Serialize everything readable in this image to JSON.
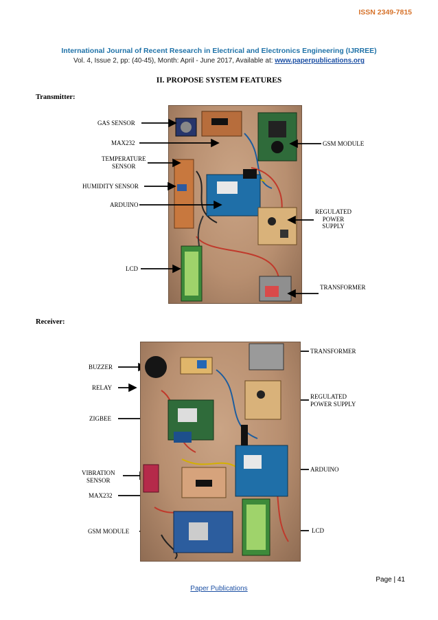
{
  "header": {
    "issn": "ISSN 2349-7815",
    "journal": "International Journal of Recent Research in Electrical and Electronics Engineering (IJRREE)",
    "volume_text": "Vol. 4, Issue 2, pp: (40-45), Month: April - June 2017, Available at: ",
    "url": "www.paperpublications.org"
  },
  "section_title": "II.   PROPOSE SYSTEM FEATURES",
  "transmitter": {
    "heading": "Transmitter:",
    "labels": {
      "gas": "GAS SENSOR",
      "max232": "MAX232",
      "temp1": "TEMPERATURE",
      "temp2": "SENSOR",
      "humidity": "HUMIDITY SENSOR",
      "arduino": "ARDUINO",
      "lcd": "LCD",
      "gsm": "GSM MODULE",
      "reg1": "REGULATED",
      "reg2": "POWER",
      "reg3": "SUPPLY",
      "transformer": "TRANSFORMER"
    }
  },
  "receiver": {
    "heading": "Receiver:",
    "labels": {
      "buzzer": "BUZZER",
      "relay": "RELAY",
      "zigbee": "ZIGBEE",
      "vib1": "VIBRATION",
      "vib2": "SENSOR",
      "max232": "MAX232",
      "gsm": "GSM MODULE",
      "transformer": "TRANSFORMER",
      "reg1": "REGULATED",
      "reg2": "POWER SUPPLY",
      "arduino": "ARDUINO",
      "lcd": "LCD"
    }
  },
  "footer": {
    "page": "Page | 41",
    "publisher": "Paper Publications"
  }
}
